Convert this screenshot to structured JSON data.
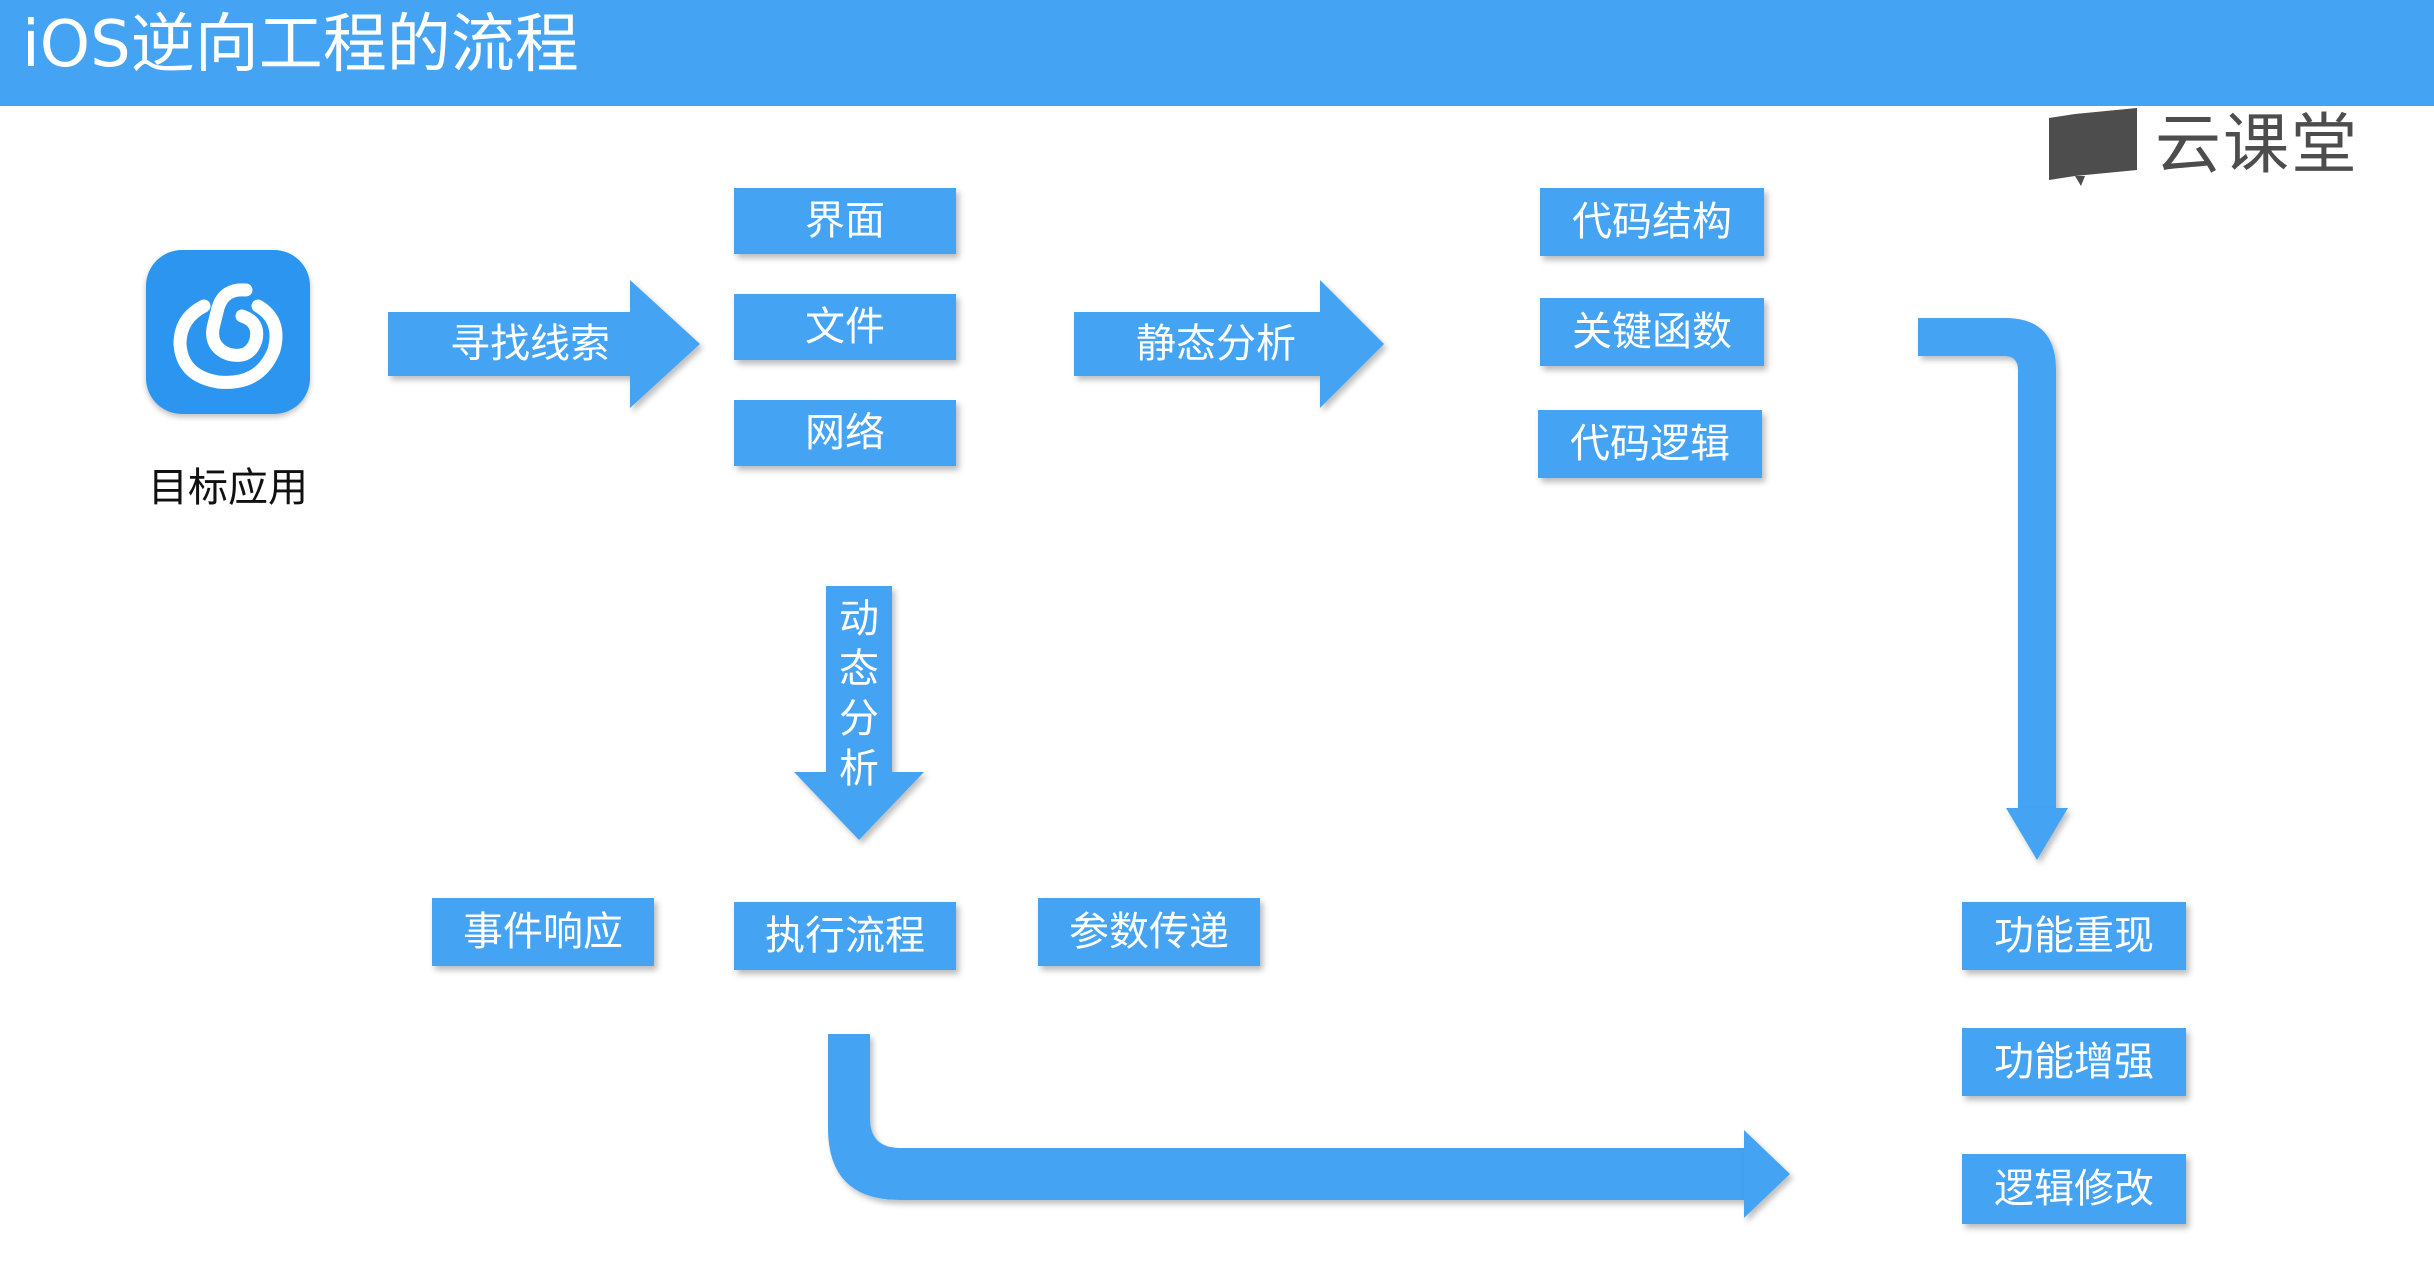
{
  "header": {
    "title": "iOS逆向工程的流程"
  },
  "logo": {
    "text": "云课堂"
  },
  "target_app": {
    "label": "目标应用"
  },
  "clue_arrow": {
    "label": "寻找线索"
  },
  "clues": [
    "界面",
    "文件",
    "网络"
  ],
  "static_arrow": {
    "label": "静态分析"
  },
  "static_results": [
    "代码结构",
    "关键函数",
    "代码逻辑"
  ],
  "dynamic_arrow": {
    "chars": [
      "动",
      "态",
      "分",
      "析"
    ]
  },
  "dynamic_results": [
    "事件响应",
    "执行流程",
    "参数传递"
  ],
  "outcomes": [
    "功能重现",
    "功能增强",
    "逻辑修改"
  ],
  "colors": {
    "accent": "#45a3f3",
    "header": "#45a3f3",
    "logo_gray": "#4d4d4d"
  }
}
